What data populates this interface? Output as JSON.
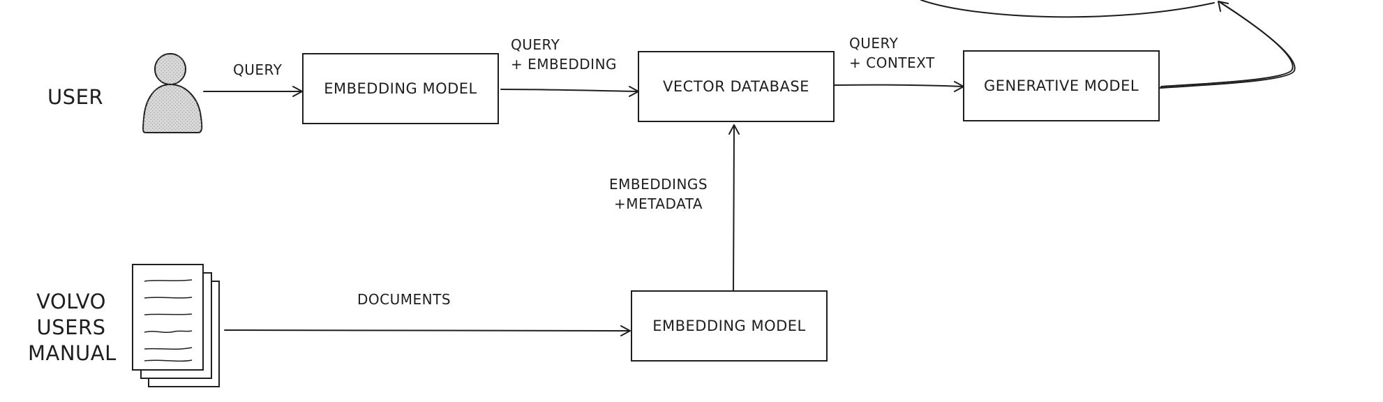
{
  "diagram": {
    "user_label": "USER",
    "manual_label_lines": [
      "VOLVO",
      "USERS",
      "MANUAL"
    ],
    "boxes": {
      "query_embedding_model": "EMBEDDING MODEL",
      "vector_database": "VECTOR DATABASE",
      "generative_model": "GENERATIVE MODEL",
      "document_embedding_model": "EMBEDDING MODEL"
    },
    "edge_labels": {
      "query": "QUERY",
      "query_embedding_line1": "QUERY",
      "query_embedding_line2": "+ EMBEDDING",
      "query_context_line1": "QUERY",
      "query_context_line2": "+ CONTEXT",
      "embeddings_metadata_line1": "EMBEDDINGS",
      "embeddings_metadata_line2": "+METADATA",
      "documents": "DOCUMENTS"
    },
    "colors": {
      "stroke": "#1e1e1e",
      "user_fill": "#d9d9d9",
      "background": "#ffffff"
    }
  }
}
